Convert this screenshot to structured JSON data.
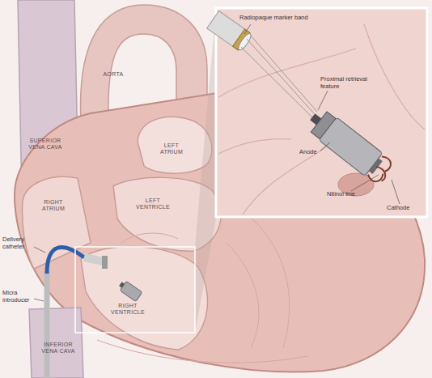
{
  "diagram": {
    "labels": [
      "AORTA",
      "SUPERIOR VENA CAVA",
      "LEFT ATRIUM",
      "RIGHT ATRIUM",
      "LEFT VENTRICLE",
      "RIGHT VENTRICLE",
      "Delivery catheter",
      "Micra introducer",
      "INFERIOR VENA CAVA",
      "Radiopaque marker band",
      "Proximal retrieval feature",
      "Anode",
      "Nitinol tine",
      "Cathode"
    ]
  }
}
